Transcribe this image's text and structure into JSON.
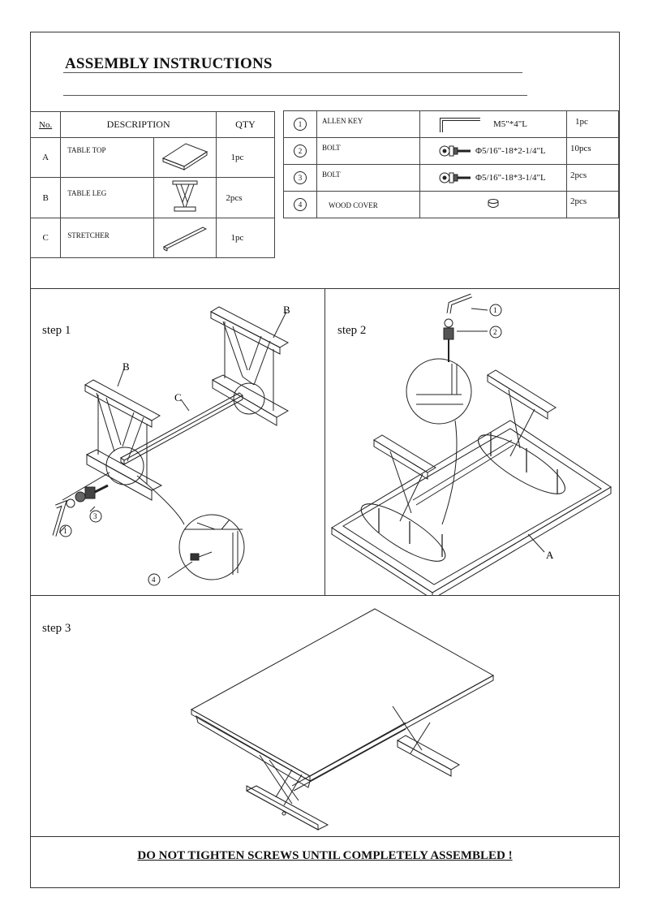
{
  "title": "ASSEMBLY INSTRUCTIONS",
  "parts_table": {
    "headers": {
      "no": "No.",
      "description": "DESCRIPTION",
      "qty": "QTY"
    },
    "rows": [
      {
        "no": "A",
        "description": "TABLE TOP",
        "qty": "1pc",
        "icon": "table-top-icon"
      },
      {
        "no": "B",
        "description": "TABLE LEG",
        "qty": "2pcs",
        "icon": "table-leg-icon"
      },
      {
        "no": "C",
        "description": "STRETCHER",
        "qty": "1pc",
        "icon": "stretcher-icon"
      }
    ]
  },
  "hardware_table": {
    "rows": [
      {
        "no": "1",
        "description": "ALLEN KEY",
        "spec": "M5\"*4\"L",
        "qty": "1pc",
        "icon": "allen-key-icon"
      },
      {
        "no": "2",
        "description": "BOLT",
        "spec": "Φ5/16\"-18*2-1/4\"L",
        "qty": "10pcs",
        "icon": "bolt-icon"
      },
      {
        "no": "3",
        "description": "BOLT",
        "spec": "Φ5/16\"-18*3-1/4\"L",
        "qty": "2pcs",
        "icon": "bolt-icon"
      },
      {
        "no": "4",
        "description": "WOOD COVER",
        "spec": "",
        "qty": "2pcs",
        "icon": "wood-cover-icon"
      }
    ]
  },
  "steps": {
    "step1": {
      "label": "step 1",
      "callouts": {
        "leg_right": "B",
        "leg_left": "B",
        "stretcher": "C",
        "key": "1",
        "bolt": "3",
        "cover": "4"
      }
    },
    "step2": {
      "label": "step 2",
      "callouts": {
        "key": "1",
        "bolt": "2",
        "top": "A"
      }
    },
    "step3": {
      "label": "step 3"
    }
  },
  "footer": "DO NOT TIGHTEN SCREWS UNTIL COMPLETELY ASSEMBLED !"
}
